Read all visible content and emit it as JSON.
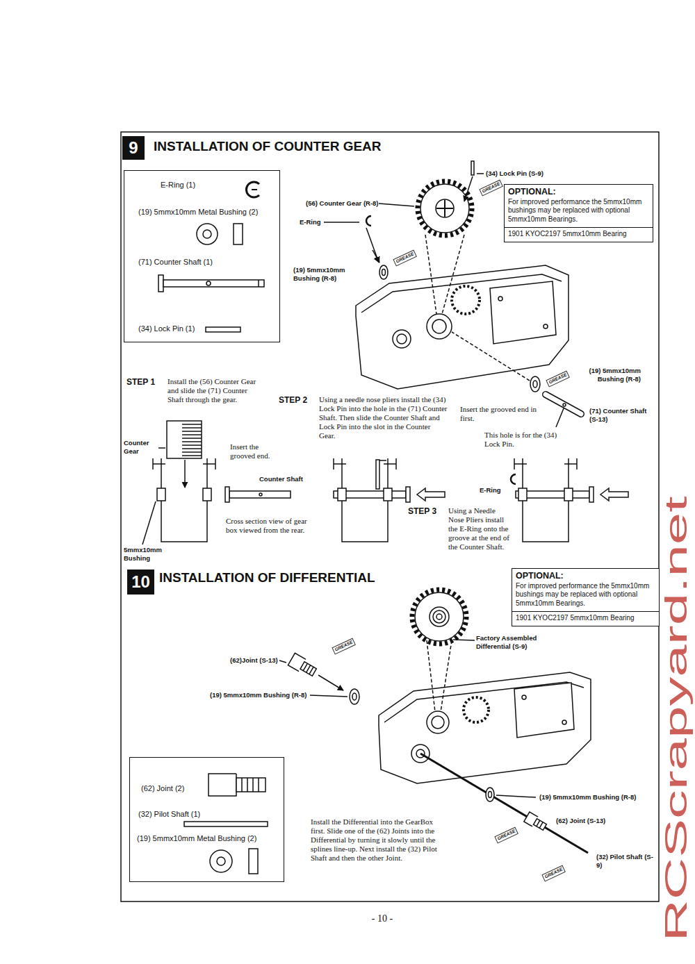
{
  "diagram": {
    "nodes": [
      {
        "text": [
          "9"
        ]
      },
      {
        "text": [
          "E-Ring (1)",
          "(19) 5mmx10mm Metal Bushing (2)",
          "(71) Counter Shaft (1)",
          "(34) Lock Pin (1)"
        ]
      },
      {
        "text": [
          "OPTIONAL:",
          "For improved performance the 5mmx10mm bushings may be replaced with optional 5mmx10mm Bearings.",
          "1901 KYOC2197 5mmx10mm Bearing"
        ]
      },
      {
        "text": [
          "10"
        ]
      },
      {
        "text": [
          "OPTIONAL:",
          "For improved performance the 5mmx10mm bushings may be replaced with optional 5mmx10mm Bearings.",
          "1901 KYOC2197 5mmx10mm Bearing"
        ]
      },
      {
        "text": [
          "(62) Joint (2)",
          "(32) Pilot Shaft (1)",
          "(19) 5mmx10mm Metal Bushing (2)"
        ]
      }
    ],
    "labels": [
      "INSTALLATION OF COUNTER GEAR",
      "(34) Lock Pin (S-9)",
      "GREASE",
      "(56) Counter Gear (R-8)",
      "E-Ring",
      "(19) 5mmx10mm Bushing (R-8)",
      "GREASE",
      "GREASE",
      "(19) 5mmx10mm Bushing (R-8)",
      "Insert the grooved end in first.",
      "(71) Counter Shaft (S-13)",
      "This hole is for the (34) Lock Pin.",
      "STEP 1",
      "Install the (56) Counter Gear and slide the (71) Counter Shaft through the gear.",
      "STEP 2",
      "Using a needle nose pliers install the (34) Lock Pin into the hole in the (71) Counter Shaft. Then slide the Counter Shaft and Lock Pin into the slot in the Counter Gear.",
      "Counter Gear",
      "Insert the grooved end.",
      "Counter Shaft",
      "Cross section view of gear box viewed from the rear.",
      "5mmx10mm Bushing",
      "E-Ring",
      "STEP 3",
      "Using a Needle Nose Pliers install the E-Ring onto the groove at the end of the Counter Shaft.",
      "INSTALLATION OF DIFFERENTIAL",
      "Factory Assembled Differential (S-9)",
      "(62)Joint (S-13)",
      "GREASE",
      "(19) 5mmx10mm Bushing (R-8)",
      "(19) 5mmx10mm Bushing (R-8)",
      "(62) Joint (S-13)",
      "GREASE",
      "(32) Pilot Shaft (S-9)",
      "GREASE",
      "Install the Differential into the GearBox first. Slide one of the (62) Joints into the Differential by turning it slowly until the splines line-up. Next install the (32) Pilot Shaft and then the other Joint.",
      "- 10 -",
      "RCScrapyard.net"
    ]
  }
}
